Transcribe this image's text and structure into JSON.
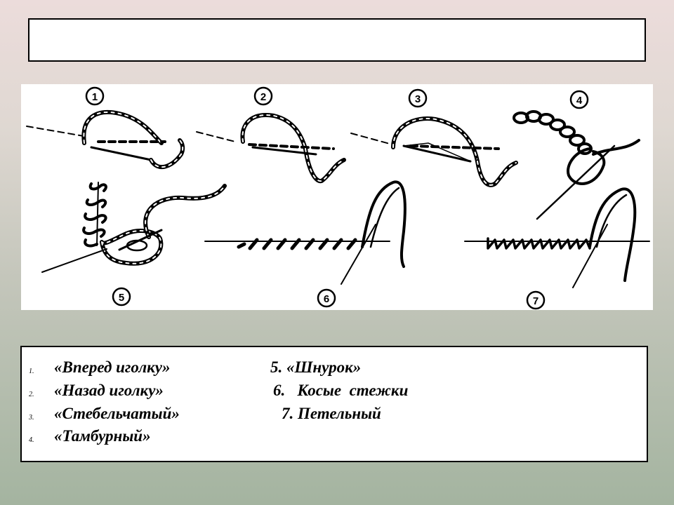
{
  "title": "",
  "figures": [
    {
      "number": "1"
    },
    {
      "number": "2"
    },
    {
      "number": "3"
    },
    {
      "number": "4"
    },
    {
      "number": "5"
    },
    {
      "number": "6"
    },
    {
      "number": "7"
    }
  ],
  "legend": {
    "left_column": [
      {
        "marker": "1.",
        "text": "«Вперед иголку»"
      },
      {
        "marker": "2.",
        "text": "«Назад иголку»"
      },
      {
        "marker": "3.",
        "text": "«Стебельчатый»"
      },
      {
        "marker": "4.",
        "text": "«Тамбурный»"
      }
    ],
    "right_column": [
      {
        "text": "5. «Шнурок»"
      },
      {
        "text": "6.   Косые  стежки"
      },
      {
        "text": "7. Петельный"
      }
    ]
  }
}
